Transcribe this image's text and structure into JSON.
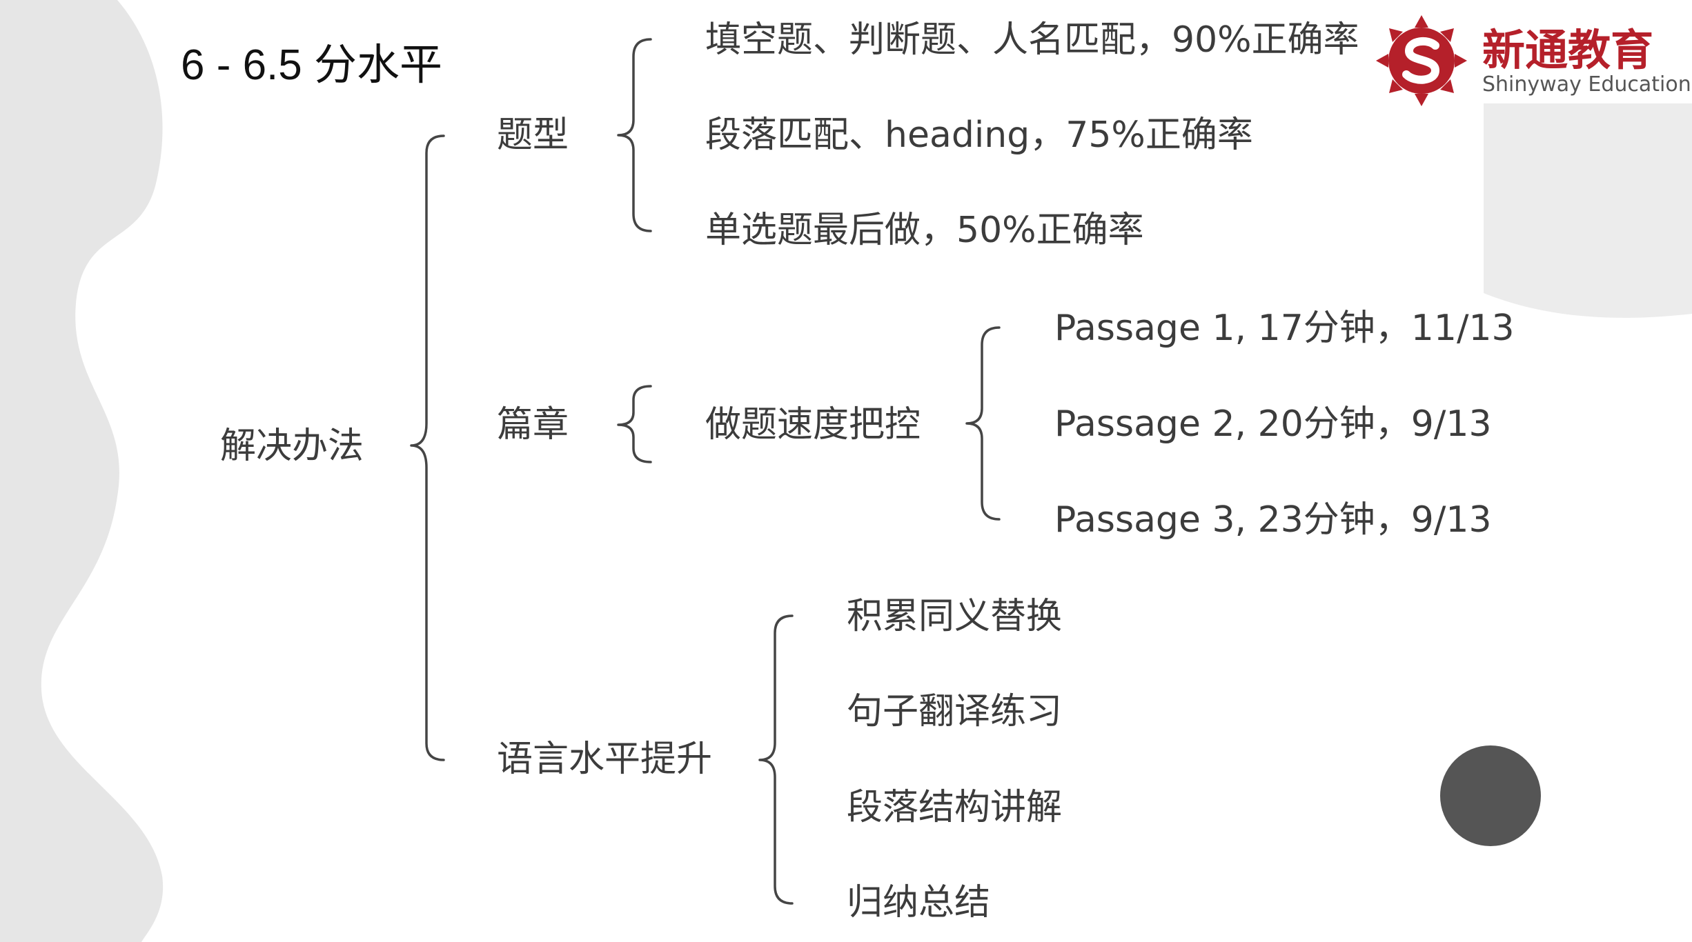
{
  "title": "6 - 6.5 分水平",
  "root": "解决办法",
  "logo": {
    "brand": "新通教育",
    "subtitle": "Shinyway Education",
    "icon_name": "shinyway-s-logo-icon",
    "color": "#b5202a"
  },
  "branches": [
    {
      "label": "题型",
      "children": [
        "填空题、判断题、人名匹配，90%正确率",
        "段落匹配、heading，75%正确率",
        "单选题最后做，50%正确率"
      ]
    },
    {
      "label": "篇章",
      "children": [
        {
          "label": "做题速度把控",
          "children": [
            "Passage 1, 17分钟，11/13",
            "Passage 2, 20分钟，9/13",
            "Passage 3, 23分钟，9/13"
          ]
        }
      ]
    },
    {
      "label": "语言水平提升",
      "children": [
        "积累同义替换",
        "句子翻译练习",
        "段落结构讲解",
        "归纳总结"
      ]
    }
  ],
  "colors": {
    "background_shape": "#e6e6e6",
    "text": "#3c3c3c",
    "brace": "#454545",
    "circle": "#555555"
  }
}
